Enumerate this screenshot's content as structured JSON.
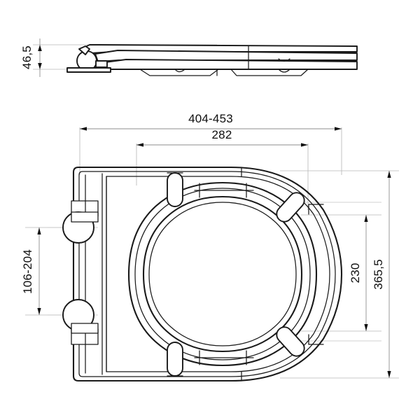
{
  "drawing": {
    "title": "Toilet seat technical dimension drawing",
    "background_color": "#ffffff",
    "line_color": "#1a1a1a",
    "dimension_line_color": "#8d8d8d",
    "extension_line_color": "#b9b9b9",
    "units": "mm",
    "decimal_separator": ","
  },
  "views": {
    "side_elevation": {
      "name": "side-elevation-view",
      "description": "Side profile of toilet seat and lid with hinge at left"
    },
    "plan": {
      "name": "plan-view",
      "description": "Top-down D-shape outline of toilet seat with hinges, bumpers and seat opening"
    }
  },
  "dimensions": {
    "height": {
      "label": "46,5",
      "name": "dimension-height-46-5",
      "orientation": "vertical",
      "view": "side_elevation"
    },
    "overall_width": {
      "label": "404-453",
      "name": "dimension-overall-width",
      "orientation": "horizontal",
      "view": "plan"
    },
    "inner_width": {
      "label": "282",
      "name": "dimension-inner-width",
      "orientation": "horizontal",
      "view": "plan"
    },
    "hinge_spacing": {
      "label": "106-204",
      "name": "dimension-hinge-spacing",
      "orientation": "vertical",
      "view": "plan"
    },
    "opening_depth": {
      "label": "230",
      "name": "dimension-opening-depth",
      "orientation": "vertical",
      "view": "plan"
    },
    "overall_depth": {
      "label": "365,5",
      "name": "dimension-overall-depth",
      "orientation": "vertical",
      "view": "plan"
    }
  },
  "features": {
    "hinge_upper": "hinge-bolt-upper",
    "hinge_lower": "hinge-bolt-lower",
    "bumper_top": "bumper-top",
    "bumper_bottom": "bumper-bottom",
    "bumper_top_right": "bumper-top-right",
    "bumper_bottom_right": "bumper-bottom-right",
    "seat_opening": "seat-opening",
    "seat_ring": "seat-ring"
  }
}
